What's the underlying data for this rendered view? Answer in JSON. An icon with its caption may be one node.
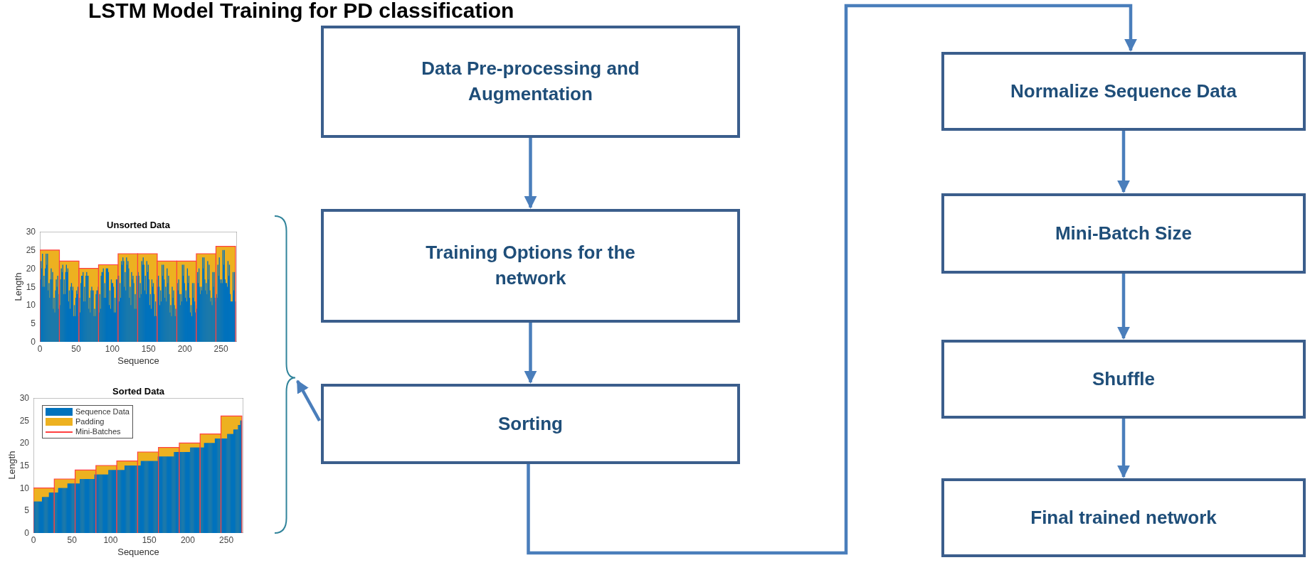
{
  "diagram": {
    "title": "LSTM Model Training for PD classification",
    "nodes": [
      {
        "text": [
          "Data Pre-processing and Augmentation"
        ]
      },
      {
        "text": [
          "Training Options for the network"
        ]
      },
      {
        "text": [
          "Sorting"
        ]
      },
      {
        "text": [
          "Normalize Sequence Data"
        ]
      },
      {
        "text": [
          "Mini-Batch Size"
        ]
      },
      {
        "text": [
          "Shuffle"
        ]
      },
      {
        "text": [
          "Final trained network"
        ]
      },
      {
        "text": [],
        "shape": "bracket"
      }
    ],
    "edges": [
      {
        "from": 0,
        "to": 1,
        "arrow": "to"
      },
      {
        "from": 1,
        "to": 2,
        "arrow": "to"
      },
      {
        "from": 2,
        "to": 7,
        "arrow": "to"
      },
      {
        "from": 2,
        "to": 3,
        "arrow": "to"
      },
      {
        "from": 3,
        "to": 4,
        "arrow": "to"
      },
      {
        "from": 4,
        "to": 5,
        "arrow": "to"
      },
      {
        "from": 5,
        "to": 6,
        "arrow": "to"
      }
    ],
    "labels": [
      "Unsorted Data",
      "30",
      "25",
      "20",
      "15",
      "10",
      "5",
      "0",
      "Length",
      "0",
      "50",
      "100",
      "150",
      "200",
      "250",
      "Sequence",
      "Sorted Data",
      "30",
      "25",
      "20",
      "15",
      "10",
      "5",
      "0",
      "Length",
      "0",
      "50",
      "100",
      "150",
      "200",
      "250",
      "Sequence"
    ],
    "legend": [
      {
        "text": "Sequence Data",
        "color": "#0072bd"
      },
      {
        "text": "Padding",
        "color": "#edb120"
      },
      {
        "text": "Mini-Batches"
      }
    ]
  }
}
